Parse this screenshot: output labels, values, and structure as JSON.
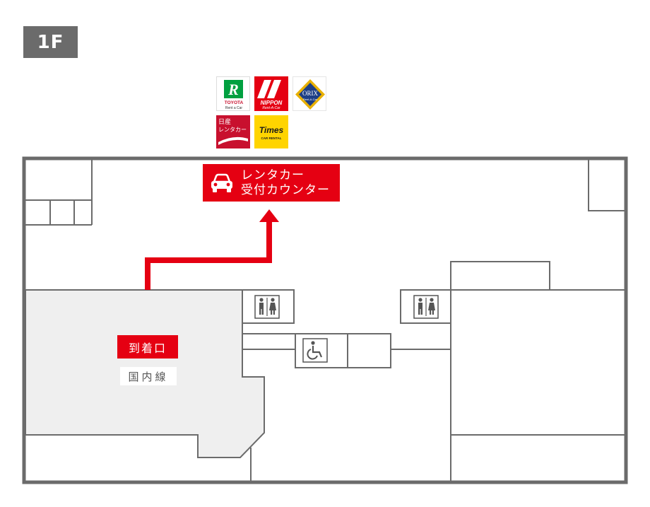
{
  "floor": {
    "label": "1F"
  },
  "counter": {
    "line1": "レンタカー",
    "line2": "受付カウンター"
  },
  "arrival": {
    "label": "到着口",
    "sublabel": "国内線"
  },
  "logos": {
    "toyota": {
      "brand": "TOYOTA",
      "sub": "Rent a Car",
      "color": "#00a040"
    },
    "nippon": {
      "brand": "NIPPON",
      "sub": "Rent-A-Car",
      "color": "#e50012"
    },
    "orix": {
      "brand": "ORIX",
      "sub": "Rent-A-Car",
      "color": "#1d3f86"
    },
    "nissan": {
      "line1": "日産",
      "line2": "レンタカー",
      "color": "#c8102e"
    },
    "times": {
      "brand": "Times",
      "sub": "CAR RENTAL",
      "color": "#ffd400"
    }
  },
  "icons": [
    "restroom-icon",
    "restroom-icon",
    "accessible-restroom-icon",
    "car-icon",
    "route-arrow"
  ],
  "colors": {
    "accent": "#e50012",
    "wall": "#6b6b6b",
    "arrival_area": "#efefef"
  }
}
